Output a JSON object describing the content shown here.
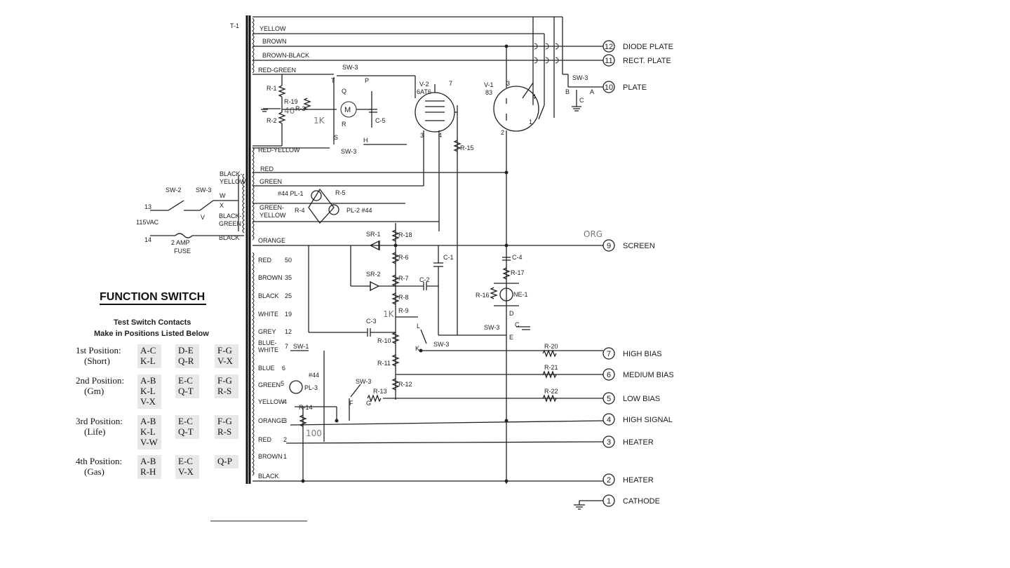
{
  "diagram": {
    "transformer_label": "T-1",
    "transformer_taps": {
      "yellow": "YELLOW",
      "brown": "BROWN",
      "brown_black": "BROWN-BLACK",
      "red_green": "RED-GREEN",
      "red_yellow": "RED-YELLOW",
      "red": "RED",
      "green": "GREEN",
      "green_yellow": "GREEN-\nYELLOW",
      "orange": "ORANGE",
      "black": "BLACK"
    },
    "primary": {
      "black_yellow": "BLACK-\nYELLOW",
      "black_green": "BLACK-\nGREEN",
      "black": "BLACK",
      "sw2": "SW-2",
      "sw3": "SW-3",
      "w": "W",
      "x": "X",
      "v": "V",
      "t13": "13",
      "t14": "14",
      "vac": "115VAC",
      "fuse1": "2 AMP",
      "fuse2": "FUSE"
    },
    "bias_taps": [
      {
        "color": "RED",
        "value": "50"
      },
      {
        "color": "BROWN",
        "value": "35"
      },
      {
        "color": "BLACK",
        "value": "25"
      },
      {
        "color": "WHITE",
        "value": "19"
      },
      {
        "color": "GREY",
        "value": "12"
      }
    ],
    "signal_taps": [
      {
        "color": "BLUE-\nWHITE",
        "value": "7"
      },
      {
        "color": "BLUE",
        "value": "6"
      },
      {
        "color": "GREEN",
        "value": "5"
      },
      {
        "color": "YELLOW",
        "value": "4"
      },
      {
        "color": "ORANGE",
        "value": "3"
      },
      {
        "color": "RED",
        "value": "2"
      },
      {
        "color": "BROWN",
        "value": "1"
      },
      {
        "color": "BLACK",
        "value": ""
      }
    ],
    "components": {
      "r1": "R-1",
      "r2": "R-2",
      "r3": "R-3",
      "r19": "R-19",
      "r19_hand": "40",
      "r3_hand": "1K",
      "m": "M",
      "c5": "C-5",
      "sw3_top": "SW-3",
      "t": "T",
      "p": "P",
      "q": "Q",
      "r": "R",
      "s": "S",
      "h": "H",
      "sw3_bot": "SW-3",
      "v2": "V-2",
      "v2_type": "6AT6",
      "v1": "V-1",
      "v1_type": "83",
      "sw3_plate": "SW-3",
      "b": "B",
      "a": "A",
      "c": "C",
      "r15": "R-15",
      "pl1": "#44 PL-1",
      "r5": "R-5",
      "r4": "R-4",
      "pl2": "PL-2 #44",
      "sr1": "SR-1",
      "sr2": "SR-2",
      "r18": "R-18",
      "r6": "R-6",
      "r7": "R-7",
      "r8": "R-8",
      "r9": "R-9",
      "r9_hand": "1K",
      "r10": "R-10",
      "r11": "R-11",
      "r12": "R-12",
      "r13": "R-13",
      "r14": "R-14",
      "r14_hand": "100",
      "c1": "C-1",
      "c2": "C-2",
      "c3": "C-3",
      "c4": "C-4",
      "r16": "R-16",
      "r17": "R-17",
      "ne1": "NE-1",
      "sw3_d": "SW-3",
      "d": "D",
      "e": "E",
      "l": "L",
      "k": "K",
      "sw3_lk": "SW-3",
      "sw3_fg": "SW-3",
      "f": "F",
      "g": "G",
      "sw1": "SW-1",
      "pl3": "PL-3",
      "pl3_num": "#44",
      "r20": "R-20",
      "r21": "R-21",
      "r22": "R-22"
    },
    "terminals": [
      {
        "num": "12",
        "label": "DIODE PLATE"
      },
      {
        "num": "11",
        "label": "RECT. PLATE"
      },
      {
        "num": "10",
        "label": "PLATE"
      },
      {
        "num": "9",
        "label": "SCREEN"
      },
      {
        "num": "7",
        "label": "HIGH BIAS"
      },
      {
        "num": "6",
        "label": "MEDIUM BIAS"
      },
      {
        "num": "5",
        "label": "LOW BIAS"
      },
      {
        "num": "4",
        "label": "HIGH SIGNAL"
      },
      {
        "num": "3",
        "label": "HEATER"
      },
      {
        "num": "2",
        "label": "HEATER"
      },
      {
        "num": "1",
        "label": "CATHODE"
      }
    ],
    "screen_hand": "ORG"
  },
  "function_switch": {
    "title": "FUNCTION SWITCH",
    "subtitle1": "Test Switch Contacts",
    "subtitle2": "Make in Positions Listed Below",
    "positions": [
      {
        "name": "1st Position:",
        "mode": "(Short)",
        "col1": [
          "A-C",
          "K-L"
        ],
        "col2": [
          "D-E",
          "Q-R"
        ],
        "col3": [
          "F-G",
          "V-X"
        ]
      },
      {
        "name": "2nd Position:",
        "mode": "(Gm)",
        "col1": [
          "A-B",
          "K-L",
          "V-X"
        ],
        "col2": [
          "E-C",
          "Q-T"
        ],
        "col3": [
          "F-G",
          "R-S"
        ]
      },
      {
        "name": "3rd Position:",
        "mode": "(Life)",
        "col1": [
          "A-B",
          "K-L",
          "V-W"
        ],
        "col2": [
          "E-C",
          "Q-T"
        ],
        "col3": [
          "F-G",
          "R-S"
        ]
      },
      {
        "name": "4th Position:",
        "mode": "(Gas)",
        "col1": [
          "A-B",
          "R-H"
        ],
        "col2": [
          "E-C",
          "V-X"
        ],
        "col3": [
          "Q-P"
        ]
      }
    ]
  }
}
